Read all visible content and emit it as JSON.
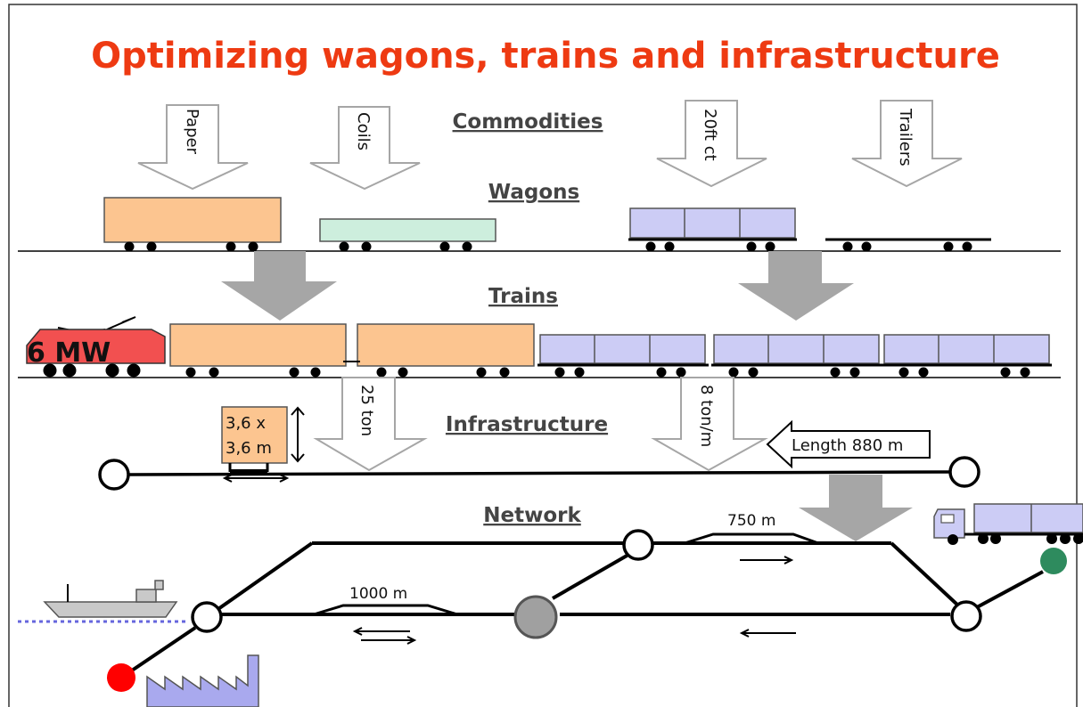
{
  "title": "Optimizing wagons, trains and infrastructure",
  "sections": {
    "commodities": "Commodities",
    "wagons": "Wagons",
    "trains": "Trains",
    "infrastructure": "Infrastructure",
    "network": "Network"
  },
  "commodity_arrows": [
    "Paper",
    "Coils",
    "20ft ct",
    "Trailers"
  ],
  "locomotive": {
    "power": "6 MW"
  },
  "infrastructure": {
    "profile_line1": "3,6 x",
    "profile_line2": "3,6 m",
    "axle_load": "25 ton",
    "meter_load": "8 ton/m",
    "length": "Length 880 m"
  },
  "network": {
    "siding_long": "1000 m",
    "siding_short": "750 m"
  },
  "colors": {
    "title": "#ee3a12",
    "orange_wagon": "#fcc590",
    "green_wagon": "#cdeedd",
    "blue_wagon": "#ccccf5",
    "locomotive": "#f25050",
    "gray_arrow": "#a6a6a6",
    "port_node": "#ff0000",
    "terminal_node": "#2e8b5e",
    "hub_node": "#a0a0a0"
  }
}
